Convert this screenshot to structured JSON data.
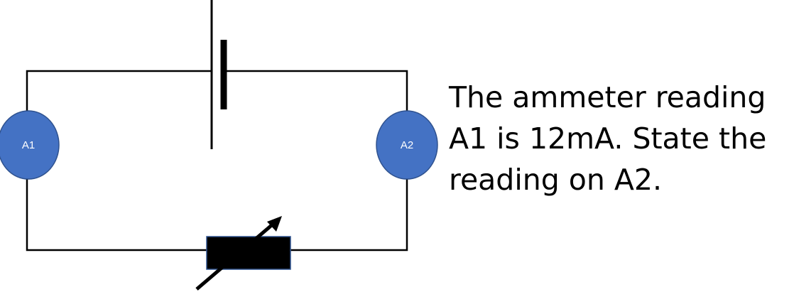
{
  "diagram": {
    "ammeters": [
      {
        "label": "A1"
      },
      {
        "label": "A2"
      }
    ],
    "colors": {
      "ammeter_fill": "#4472C4",
      "ammeter_stroke": "#2F528F",
      "wire": "#000000",
      "rheostat": "#000000"
    },
    "components": [
      "cell-icon",
      "variable-resistor-icon"
    ]
  },
  "question": {
    "lines": [
      "The ammeter reading",
      "A1 is 12mA. State the",
      "reading on A2."
    ]
  }
}
